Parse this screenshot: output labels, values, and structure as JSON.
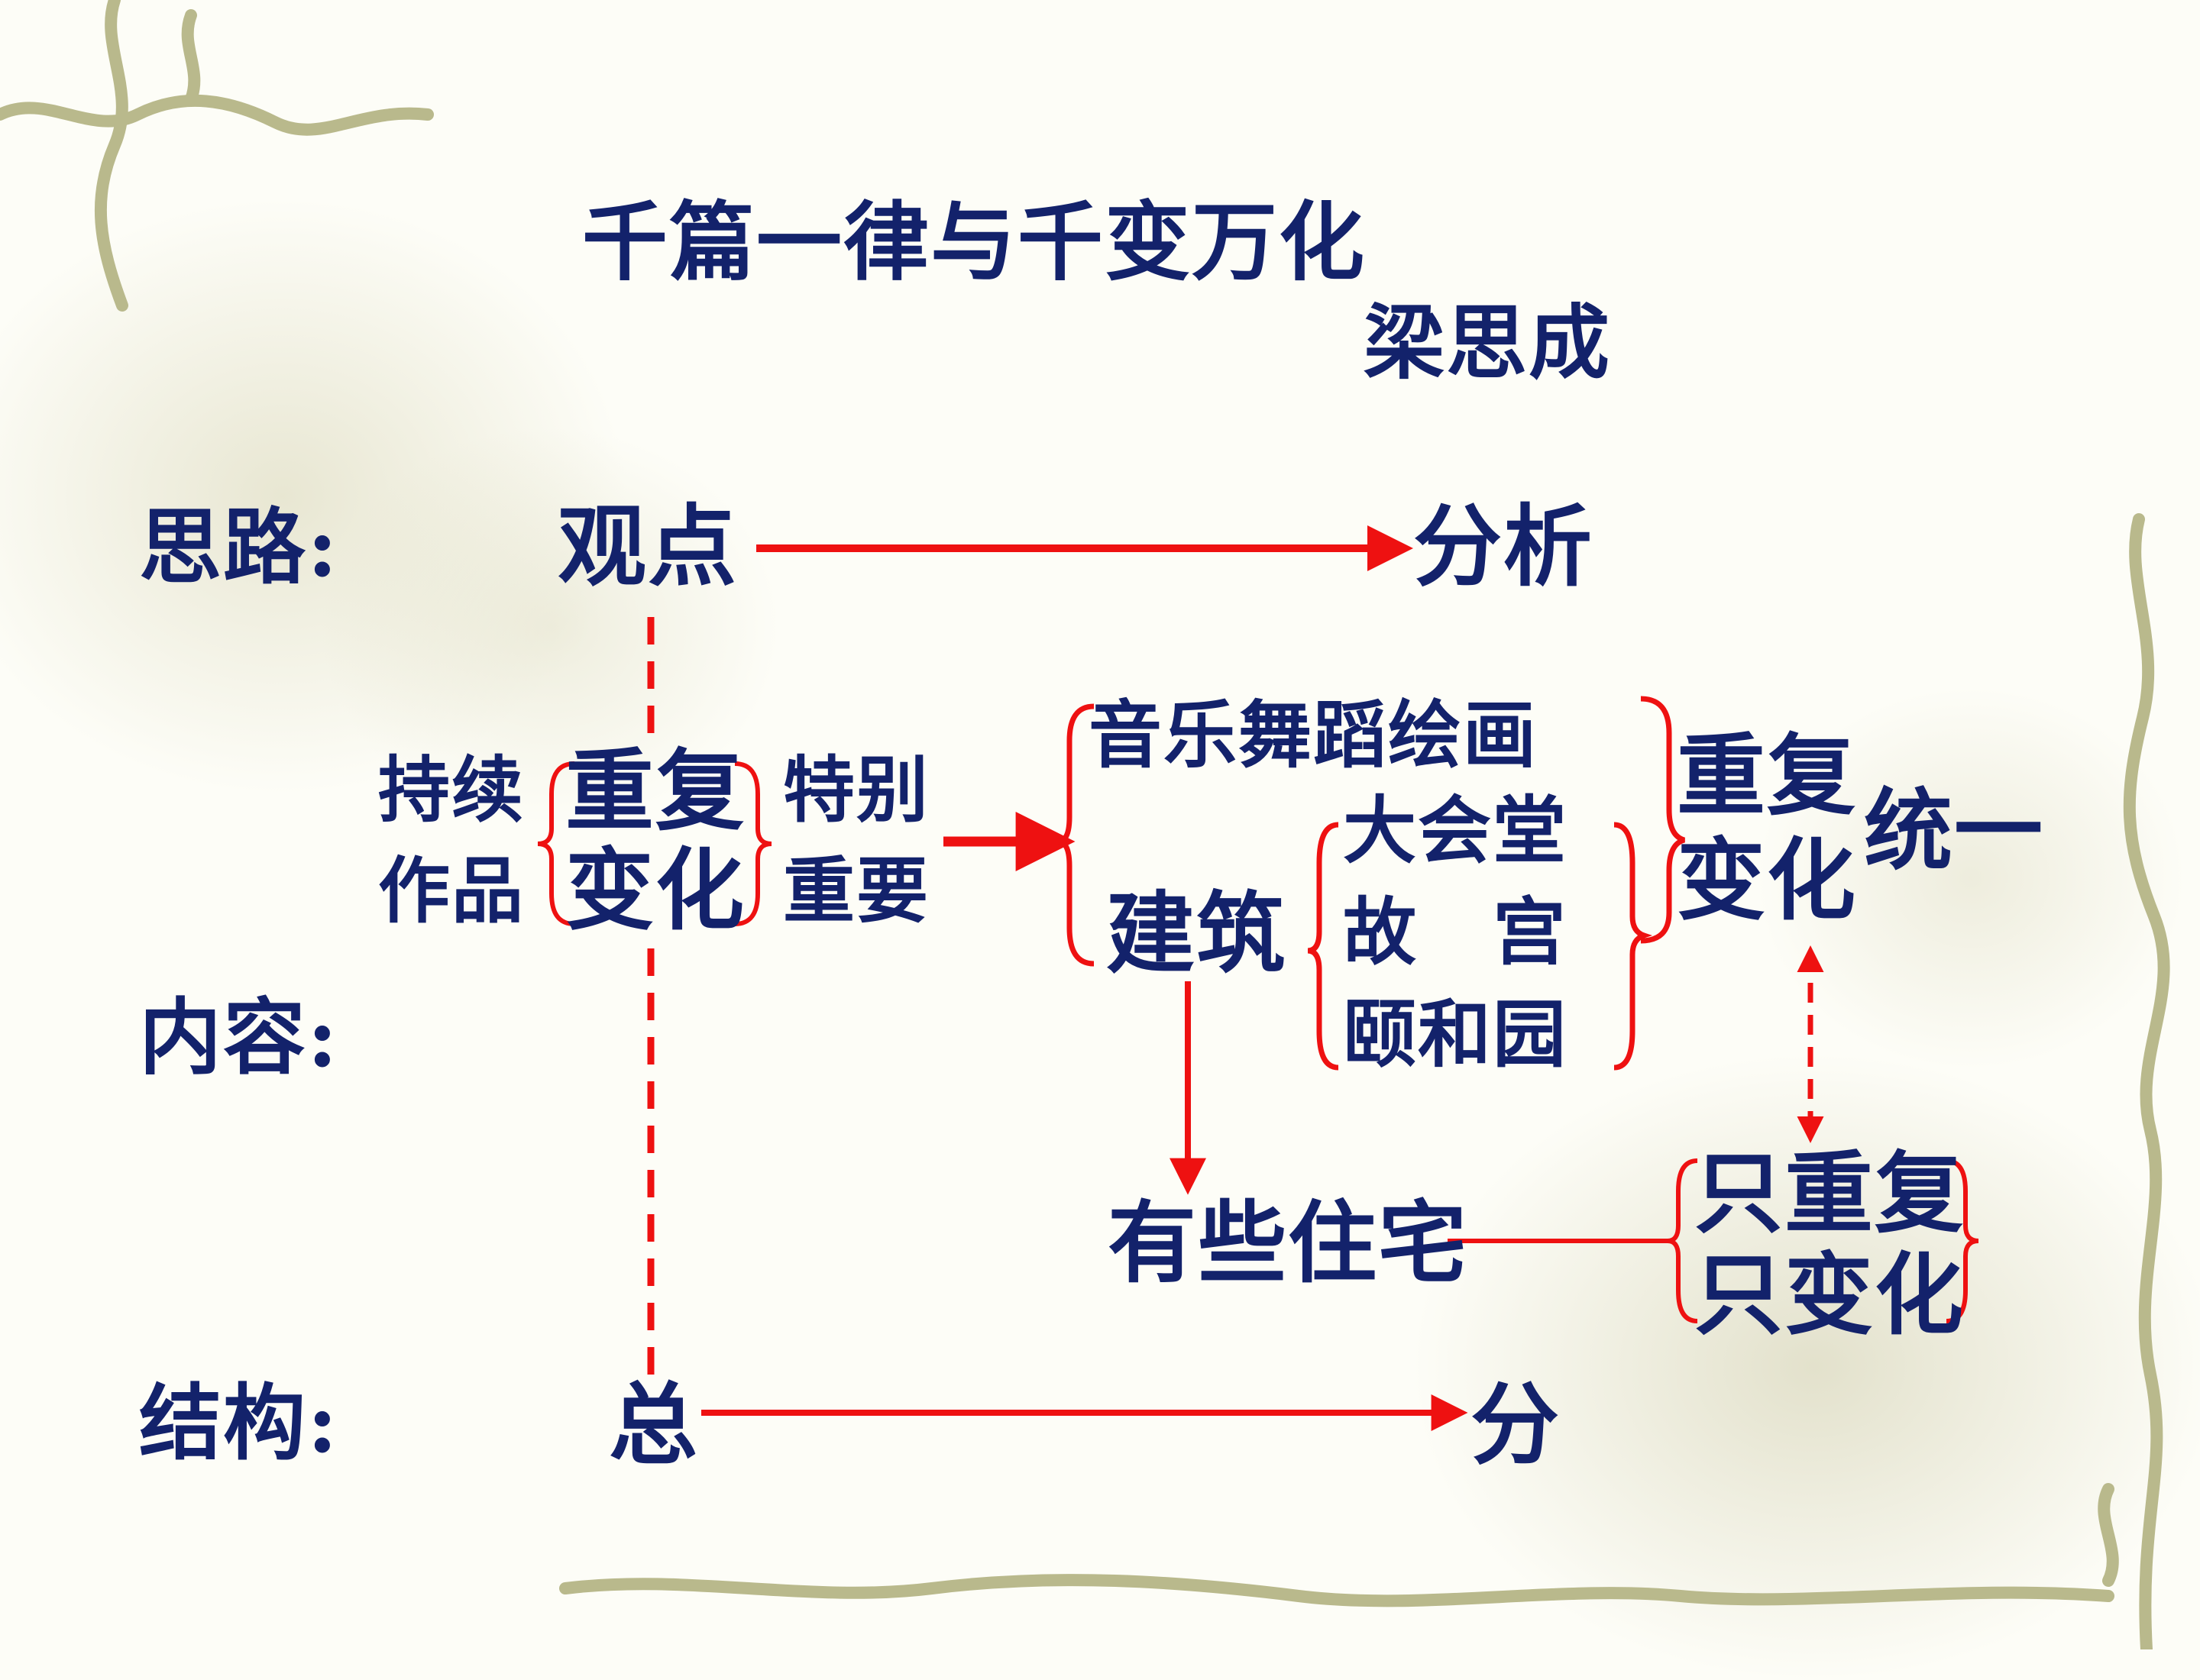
{
  "title": "千篇一律与千变万化",
  "author": "梁思成",
  "labels": {
    "silu": "思路:",
    "neirong": "内容:",
    "jiegou": "结构:"
  },
  "silu_row": {
    "start": "观点",
    "end": "分析"
  },
  "left_group": {
    "outer_left": [
      "持续",
      "作品"
    ],
    "inner": [
      "重复",
      "变化"
    ],
    "outer_right": [
      "特别",
      "重要"
    ]
  },
  "art_group": {
    "arts": "音乐舞蹈绘画",
    "architecture": "建筑",
    "examples": [
      "大会堂",
      "故　宫",
      "颐和园"
    ]
  },
  "result_group": {
    "pair": [
      "重复",
      "变化"
    ],
    "unity": "统一"
  },
  "housing": {
    "label": "有些住宅",
    "options": [
      "只重复",
      "只变化"
    ]
  },
  "jiegou_row": {
    "start": "总",
    "end": "分"
  },
  "colors": {
    "text": "#13226b",
    "arrow": "#ee1111",
    "vine": "#b9b98c"
  }
}
